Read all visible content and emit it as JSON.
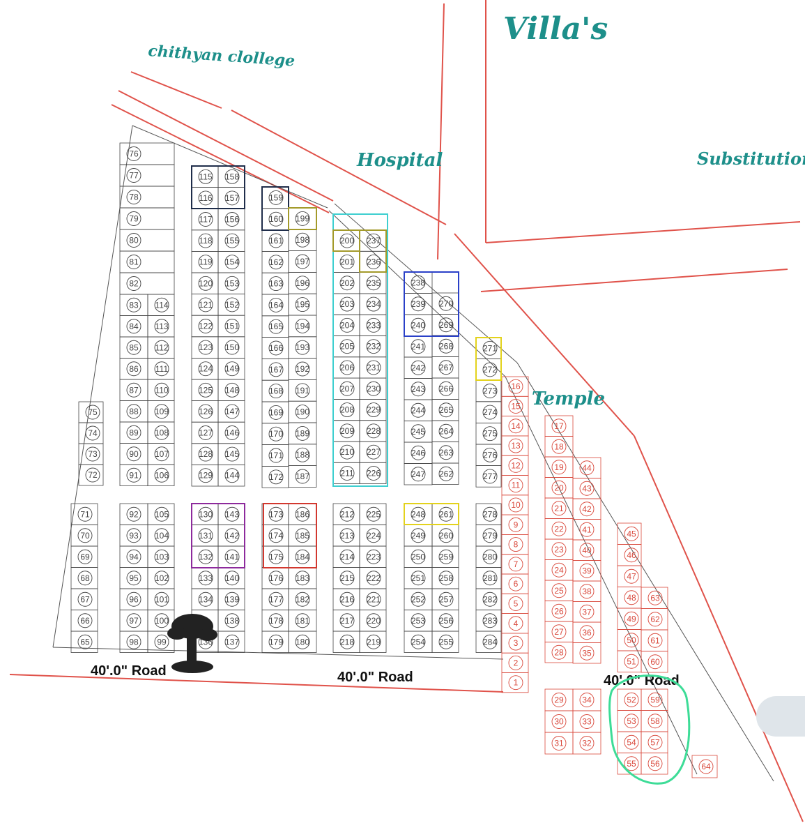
{
  "title": "Villa's",
  "landmarks": {
    "college": "chithyan clollege",
    "hospital": "Hospital",
    "substitution": "Substitution",
    "temple": "Temple"
  },
  "roads": [
    "40'.0\" Road",
    "40'.0\" Road",
    "40'.0\" Road"
  ],
  "colors": {
    "label": "#1d8f8a",
    "grid": "#555555",
    "red_plots": "#d9483b",
    "boundary": "#e0524a",
    "highlight_green": "#3ddc97",
    "dark_blue": "#1f2d4a",
    "teal_box": "#3ecfd0",
    "olive_box": "#a39a2a",
    "blue_box": "#2a40c8",
    "yellow_box": "#e3d21c",
    "purple_box": "#8d2a9c",
    "red_box": "#d2382f"
  },
  "plots": {
    "c76": [
      "76",
      "77",
      "78",
      "79",
      "80",
      "81",
      "82"
    ],
    "c83": [
      "83",
      "84",
      "85",
      "86",
      "87",
      "88",
      "89",
      "90",
      "91"
    ],
    "c114": [
      "114",
      "113",
      "112",
      "111",
      "110",
      "109",
      "108",
      "107",
      "106"
    ],
    "c75": [
      "75",
      "74",
      "73",
      "72"
    ],
    "c115": [
      "115",
      "116",
      "117",
      "118",
      "119",
      "120",
      "121",
      "122",
      "123",
      "124",
      "125",
      "126",
      "127",
      "128",
      "129"
    ],
    "c158": [
      "158",
      "157",
      "156",
      "155",
      "154",
      "153",
      "152",
      "151",
      "150",
      "149",
      "148",
      "147",
      "146",
      "145",
      "144"
    ],
    "c159": [
      "159",
      "160",
      "161",
      "162",
      "163",
      "164",
      "165",
      "166",
      "167",
      "168",
      "169",
      "170",
      "171",
      "172"
    ],
    "c199": [
      "199",
      "198",
      "197",
      "196",
      "195",
      "194",
      "193",
      "192",
      "191",
      "190",
      "189",
      "188",
      "187"
    ],
    "c200": [
      "200",
      "201",
      "202",
      "203",
      "204",
      "205",
      "206",
      "207",
      "208",
      "209",
      "210",
      "211"
    ],
    "c237": [
      "237",
      "236",
      "235",
      "234",
      "233",
      "232",
      "231",
      "230",
      "229",
      "228",
      "227",
      "226"
    ],
    "c238": [
      "238",
      "239",
      "240",
      "241",
      "242",
      "243",
      "244",
      "245",
      "246",
      "247"
    ],
    "c270": [
      "270",
      "269",
      "268",
      "267",
      "266",
      "265",
      "264",
      "263",
      "262"
    ],
    "c271": [
      "271",
      "272",
      "273",
      "274",
      "275",
      "276",
      "277"
    ],
    "c71": [
      "71",
      "70",
      "69",
      "68",
      "67",
      "66",
      "65"
    ],
    "c92": [
      "92",
      "93",
      "94",
      "95",
      "96",
      "97",
      "98"
    ],
    "c105": [
      "105",
      "104",
      "103",
      "102",
      "101",
      "100",
      "99"
    ],
    "c130": [
      "130",
      "131",
      "132",
      "133",
      "134",
      "",
      "136"
    ],
    "c143": [
      "143",
      "142",
      "141",
      "140",
      "139",
      "138",
      "137"
    ],
    "c173": [
      "173",
      "174",
      "175",
      "176",
      "177",
      "178",
      "179"
    ],
    "c186": [
      "186",
      "185",
      "184",
      "183",
      "182",
      "181",
      "180"
    ],
    "c212": [
      "212",
      "213",
      "214",
      "215",
      "216",
      "217",
      "218"
    ],
    "c225": [
      "225",
      "224",
      "223",
      "222",
      "221",
      "220",
      "219"
    ],
    "c248": [
      "248",
      "249",
      "250",
      "251",
      "252",
      "253",
      "254"
    ],
    "c261": [
      "261",
      "260",
      "259",
      "258",
      "257",
      "256",
      "255"
    ],
    "c278": [
      "278",
      "279",
      "280",
      "281",
      "282",
      "283",
      "284"
    ],
    "r16": [
      "16",
      "15",
      "14",
      "13",
      "12",
      "11",
      "10",
      "9",
      "8",
      "7",
      "6",
      "5",
      "4",
      "3",
      "2",
      "1"
    ],
    "r17": [
      "17",
      "18",
      "19",
      "20",
      "21",
      "22",
      "23",
      "24",
      "25",
      "26",
      "27",
      "28"
    ],
    "r44": [
      "44",
      "43",
      "42",
      "41",
      "40",
      "39",
      "38",
      "37",
      "36",
      "35"
    ],
    "r29": [
      "29",
      "30",
      "31"
    ],
    "r34": [
      "34",
      "33",
      "32"
    ],
    "r45": [
      "45",
      "46",
      "47",
      "48",
      "49",
      "50",
      "51"
    ],
    "r63": [
      "63",
      "62",
      "61",
      "60"
    ],
    "r52": [
      "52",
      "53",
      "54",
      "55"
    ],
    "r59": [
      "59",
      "58",
      "57",
      "56"
    ],
    "r64": [
      "64"
    ]
  }
}
